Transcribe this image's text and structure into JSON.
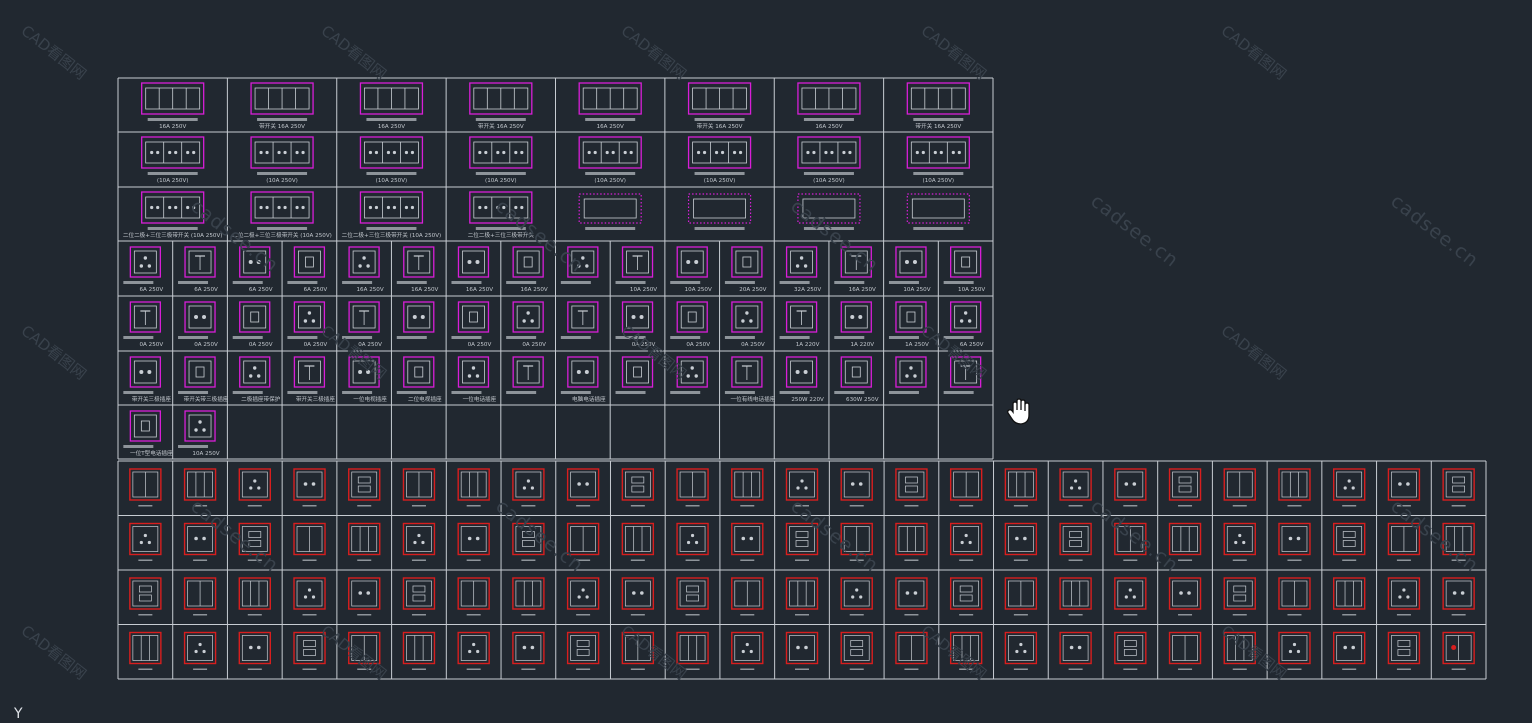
{
  "viewport": {
    "background": "#212830",
    "grid_line": "#c7ccd2",
    "magenta": "#d81ed8",
    "red": "#d81e1e",
    "light": "#c9ced4",
    "text": "#c3c8ce",
    "bar": "#8e949a"
  },
  "watermarks": [
    {
      "text": "CAD看图网",
      "kind": "cn"
    },
    {
      "text": "cadsee.cn",
      "kind": "en"
    }
  ],
  "rows_top": [
    {
      "type": "panel-3",
      "labels": [
        "16A 250V",
        "带开关 16A 250V",
        "16A 250V",
        "带开关 16A 250V",
        "16A 250V",
        "带开关 16A 250V",
        "16A 250V",
        "带开关 16A 250V"
      ]
    },
    {
      "type": "panel-3",
      "labels": [
        "(10A 250V)",
        "(10A 250V)",
        "(10A 250V)",
        "(10A 250V)",
        "(10A 250V)",
        "(10A 250V)",
        "(10A 250V)",
        "(10A 250V)"
      ]
    },
    {
      "type": "panel-3",
      "labels": [
        "二位二极+三位三极带开关 (10A 250V)",
        "二位二极+三位三极带开关 (10A 250V)",
        "二位二极+三位三极带开关 (10A 250V)",
        "二位二极+三位三极带开关",
        "",
        "",
        "",
        ""
      ]
    }
  ],
  "rows_small": [
    {
      "labels": [
        "6A 250V",
        "6A 250V",
        "6A 250V",
        "6A 250V",
        "16A 250V",
        "16A 250V",
        "16A 250V",
        "16A 250V",
        "",
        "10A 250V",
        "10A 250V",
        "20A 250V",
        "32A 250V",
        "16A 250V",
        "10A 250V",
        "10A 250V"
      ]
    },
    {
      "labels": [
        "0A 250V",
        "0A 250V",
        "0A 250V",
        "0A 250V",
        "0A 250V",
        "",
        "0A 250V",
        "0A 250V",
        "",
        "0A 250V",
        "0A 250V",
        "0A 250V",
        "1A 220V",
        "1A 220V",
        "1A 250V",
        "6A 250V"
      ]
    },
    {
      "labels": [
        "带开关三极插座",
        "带开关带三极插座",
        "二极插座带保护",
        "带开关三极插座",
        "一位电视插座",
        "二位电视插座",
        "一位电话插座",
        "",
        "电脑电话插座",
        "",
        "",
        "一位有线电话插座",
        "250W 220V",
        "630W 250V",
        "",
        ""
      ]
    },
    {
      "labels": [
        "一位T型电话插座",
        "10A 250V"
      ]
    }
  ],
  "rows_red": {
    "count": 4,
    "columns": 25
  },
  "ucs_label": "Y"
}
